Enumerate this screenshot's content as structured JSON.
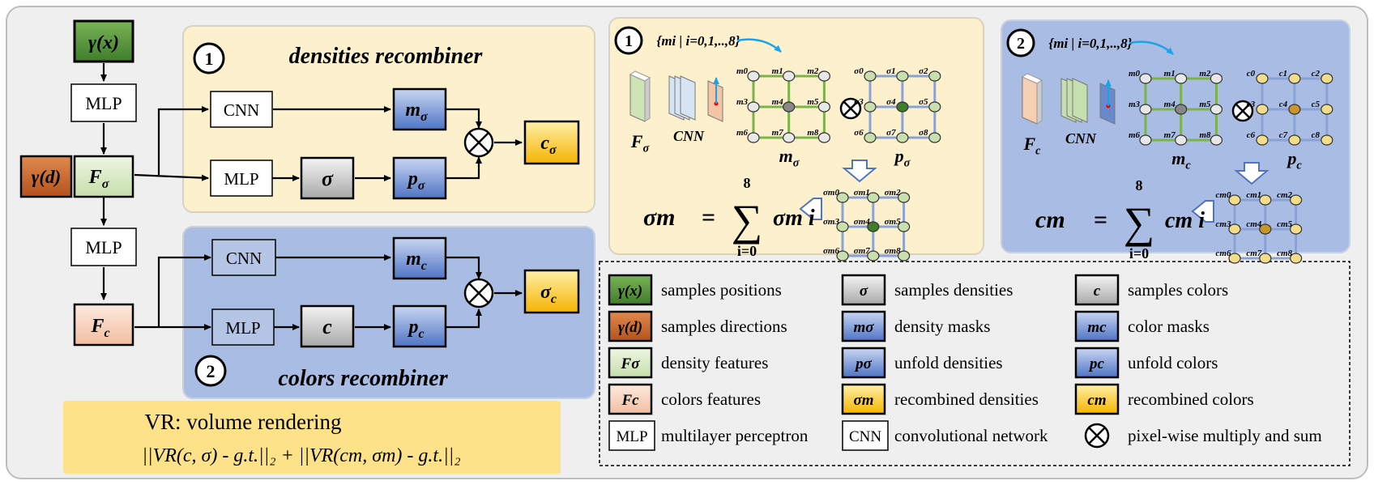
{
  "pipeline": {
    "gamma_x": "γ(x)",
    "gamma_d": "γ(d)",
    "mlp": "MLP",
    "cnn": "CNN",
    "f_sigma": {
      "base": "F",
      "sub": "σ"
    },
    "f_c": {
      "base": "F",
      "sub": "c"
    },
    "sigma": "σ",
    "c": "c",
    "m_sigma": {
      "base": "m",
      "sub": "σ"
    },
    "p_sigma": {
      "base": "p",
      "sub": "σ"
    },
    "m_c": {
      "base": "m",
      "sub": "c"
    },
    "p_c": {
      "base": "p",
      "sub": "c"
    },
    "c_sigma": {
      "base": "c",
      "sub": "σ"
    },
    "sigma_c": {
      "base": "σ",
      "sub": "c"
    }
  },
  "sections": {
    "densities": {
      "number": "1",
      "title": "densities recombiner"
    },
    "colors": {
      "number": "2",
      "title": "colors recombiner"
    }
  },
  "vr_box": {
    "title": "VR: volume rendering",
    "loss": "||VR(c, σ) - g.t.||₂ + ||VR(cm, σm) - g.t.||₂"
  },
  "panel_density": {
    "number": "1",
    "mask_set": "{mi | i=0,1,..,8}",
    "f_label": {
      "base": "F",
      "sub": "σ"
    },
    "cnn_label": "CNN",
    "grid_m_labels": [
      "m0",
      "m1",
      "m2",
      "m3",
      "m4",
      "m5",
      "m6",
      "m7",
      "m8"
    ],
    "grid_p_labels": [
      "σ0",
      "σ1",
      "σ2",
      "σ3",
      "σ4",
      "σ5",
      "σ6",
      "σ7",
      "σ8"
    ],
    "grid_r_labels": [
      "σm0",
      "σm1",
      "σm2",
      "σm3",
      "σm4",
      "σm5",
      "σm6",
      "σm7",
      "σm8"
    ],
    "m_label": {
      "base": "m",
      "sub": "σ"
    },
    "p_label": {
      "base": "p",
      "sub": "σ"
    },
    "formula": {
      "lhs": "σm",
      "sum_top": "8",
      "sum_bottom": "i=0",
      "term": "σm i"
    }
  },
  "panel_color": {
    "number": "2",
    "mask_set": "{mi | i=0,1,..,8}",
    "f_label": {
      "base": "F",
      "sub": "c"
    },
    "cnn_label": "CNN",
    "grid_m_labels": [
      "m0",
      "m1",
      "m2",
      "m3",
      "m4",
      "m5",
      "m6",
      "m7",
      "m8"
    ],
    "grid_p_labels": [
      "c0",
      "c1",
      "c2",
      "c3",
      "c4",
      "c5",
      "c6",
      "c7",
      "c8"
    ],
    "grid_r_labels": [
      "cm0",
      "cm1",
      "cm2",
      "cm3",
      "cm4",
      "cm5",
      "cm6",
      "cm7",
      "cm8"
    ],
    "m_label": {
      "base": "m",
      "sub": "c"
    },
    "p_label": {
      "base": "p",
      "sub": "c"
    },
    "formula": {
      "lhs": "cm",
      "sum_top": "8",
      "sum_bottom": "i=0",
      "term": "cm i"
    }
  },
  "legend": {
    "col1": [
      {
        "icon": "γ(x)",
        "label": "samples positions"
      },
      {
        "icon": "γ(d)",
        "label": "samples directions"
      },
      {
        "icon": "Fσ",
        "label": "density features"
      },
      {
        "icon": "Fc",
        "label": "colors features"
      },
      {
        "icon": "MLP",
        "label": "multilayer perceptron"
      }
    ],
    "col2": [
      {
        "icon": "σ",
        "label": "samples densities"
      },
      {
        "icon": "mσ",
        "label": "density masks"
      },
      {
        "icon": "pσ",
        "label": "unfold densities"
      },
      {
        "icon": "σm",
        "label": "recombined densities"
      },
      {
        "icon": "CNN",
        "label": "convolutional network"
      }
    ],
    "col3": [
      {
        "icon": "c",
        "label": "samples colors"
      },
      {
        "icon": "mc",
        "label": "color masks"
      },
      {
        "icon": "pc",
        "label": "unfold colors"
      },
      {
        "icon": "cm",
        "label": "recombined colors"
      },
      {
        "icon": "⊗",
        "label": "pixel-wise multiply and sum"
      }
    ]
  },
  "colors": {
    "green": "#5a9a3c",
    "orange": "#c9662a",
    "feat_green": "#dcebc8",
    "feat_pink": "#f7d5c2",
    "blue_mask": "#6e8fd0",
    "yellow": "#ffcc33",
    "gray": "#bdbdbd",
    "cream": "#fdf0cc",
    "lavender": "#b4c5e6",
    "panel_blue": "#a9bce3",
    "vr_yellow": "#fde28a"
  }
}
